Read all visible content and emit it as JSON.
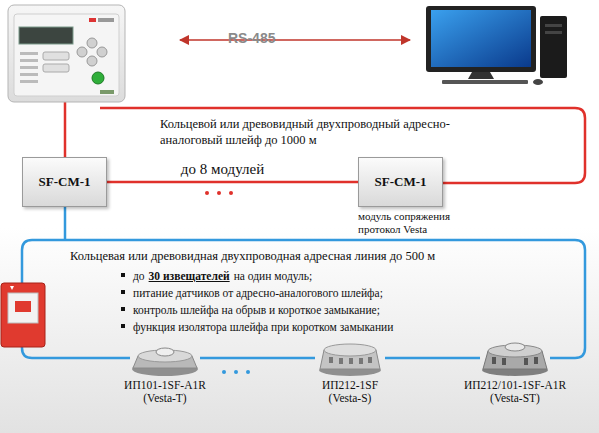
{
  "diagram": {
    "nodes": [
      {
        "text": [
          "SF-CM-1"
        ]
      },
      {
        "text": [
          "SF-CM-1",
          "модуль сопряжения протокол Vesta"
        ]
      },
      {
        "text": [
          "ИП101-1SF-A1R (Vesta-T)"
        ]
      },
      {
        "text": [
          "ИП212-1SF (Vesta-S)"
        ]
      },
      {
        "text": [
          "ИП212/101-1SF-A1R (Vesta-ST)"
        ]
      }
    ],
    "edges": [
      {
        "from": 0,
        "to": 1,
        "arrow": "none",
        "label": "до 8 модулей"
      },
      {
        "from": 2,
        "to": 3,
        "arrow": "none"
      },
      {
        "from": 3,
        "to": 4,
        "arrow": "none"
      }
    ],
    "labels": [
      "RS-485",
      "Кольцевой или древовидный двухпроводный адресно-аналоговый шлейф до 1000 м",
      "Кольцевая или древовидная двухпроводная адресная линия до 500 м",
      "до",
      "30 извещателей",
      "на один модуль;",
      "питание датчиков от адресно-аналогового шлейфа;",
      "контроль шлейфа на обрыв и короткое замыкание;",
      "функция изолятора шлейфа при коротком замыкании"
    ]
  }
}
